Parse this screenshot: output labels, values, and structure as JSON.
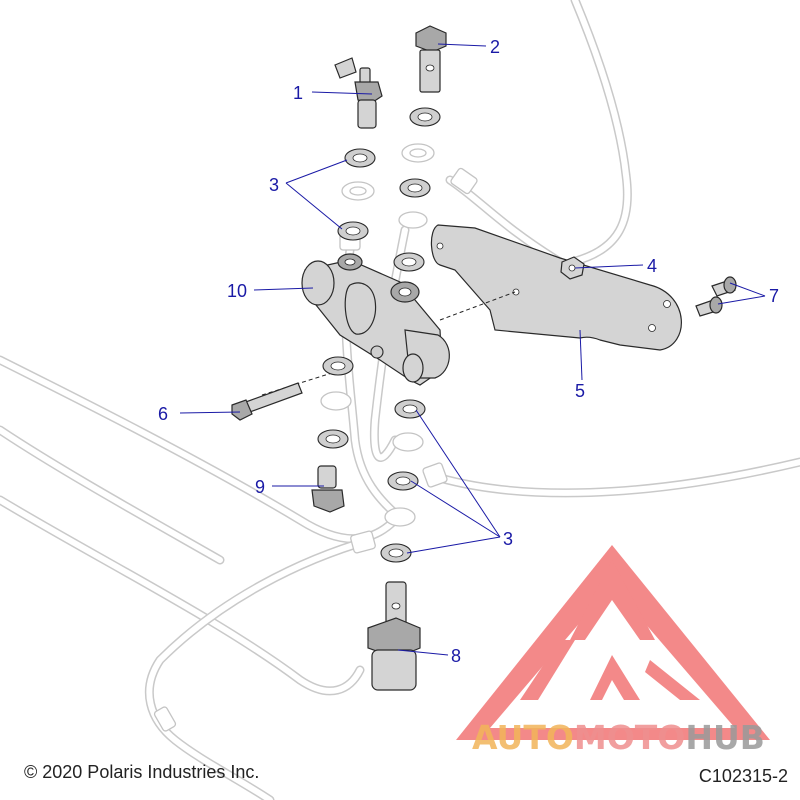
{
  "callouts": [
    {
      "id": "c1",
      "label": "1"
    },
    {
      "id": "c2",
      "label": "2"
    },
    {
      "id": "c3a",
      "label": "3"
    },
    {
      "id": "c3b",
      "label": "3"
    },
    {
      "id": "c4",
      "label": "4"
    },
    {
      "id": "c5",
      "label": "5"
    },
    {
      "id": "c6",
      "label": "6"
    },
    {
      "id": "c7",
      "label": "7"
    },
    {
      "id": "c8",
      "label": "8"
    },
    {
      "id": "c9",
      "label": "9"
    },
    {
      "id": "c10",
      "label": "10"
    }
  ],
  "footer": {
    "copyright": "© 2020 Polaris Industries Inc.",
    "figure_id": "C102315-2"
  },
  "watermark": {
    "part_auto": "AUTO",
    "part_moto": "MOTO",
    "part_hub": "HUB",
    "colors": {
      "auto": "#f2b55a",
      "moto": "#ef8f8f",
      "hub": "#9a9a9a",
      "logo": "#ef5f5f"
    }
  },
  "colors": {
    "callout": "#1a1aa6",
    "part_fill": "#d4d4d4",
    "hose": "#c9c9c9"
  }
}
